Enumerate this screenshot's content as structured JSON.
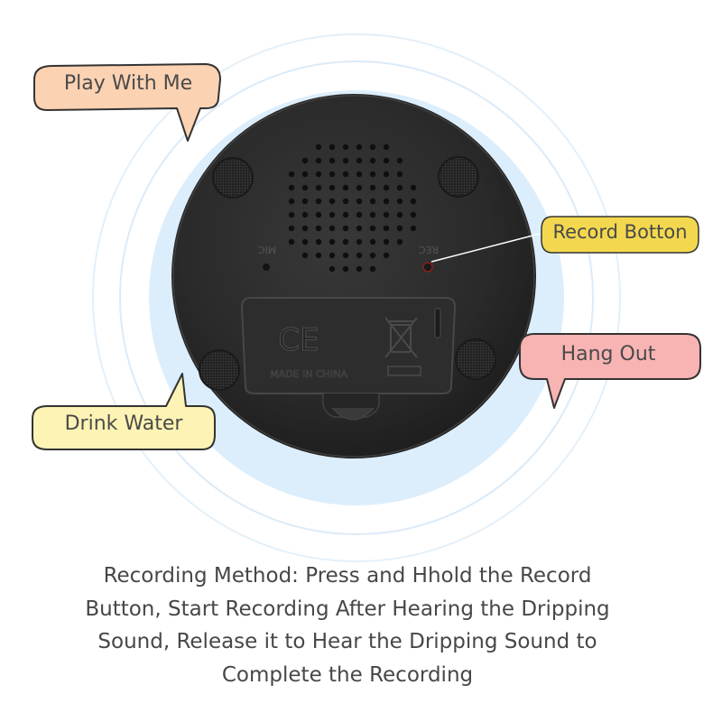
{
  "bubbles": {
    "play": {
      "label": "Play With Me",
      "color": "#fbd2b2"
    },
    "drink": {
      "label": "Drink Water",
      "color": "#fcf3b4"
    },
    "hang": {
      "label": "Hang Out",
      "color": "#f8b3b3"
    },
    "record": {
      "label": "Record Botton",
      "color": "#f3d84f"
    }
  },
  "device": {
    "mic_label": "MIC",
    "rec_label": "REC",
    "ce_mark": "CE",
    "made_in": "MADE IN CHINA"
  },
  "caption_lines": [
    "Recording Method: Press and Hhold the Record",
    "Button, Start Recording After Hearing the Dripping",
    "Sound, Release it to Hear the Dripping Sound to",
    "Complete the Recording"
  ],
  "colors": {
    "halo": "#dbeefc",
    "ring_line": "#dfeefa",
    "device_body": "#2b2b2b",
    "outline": "#333333"
  }
}
